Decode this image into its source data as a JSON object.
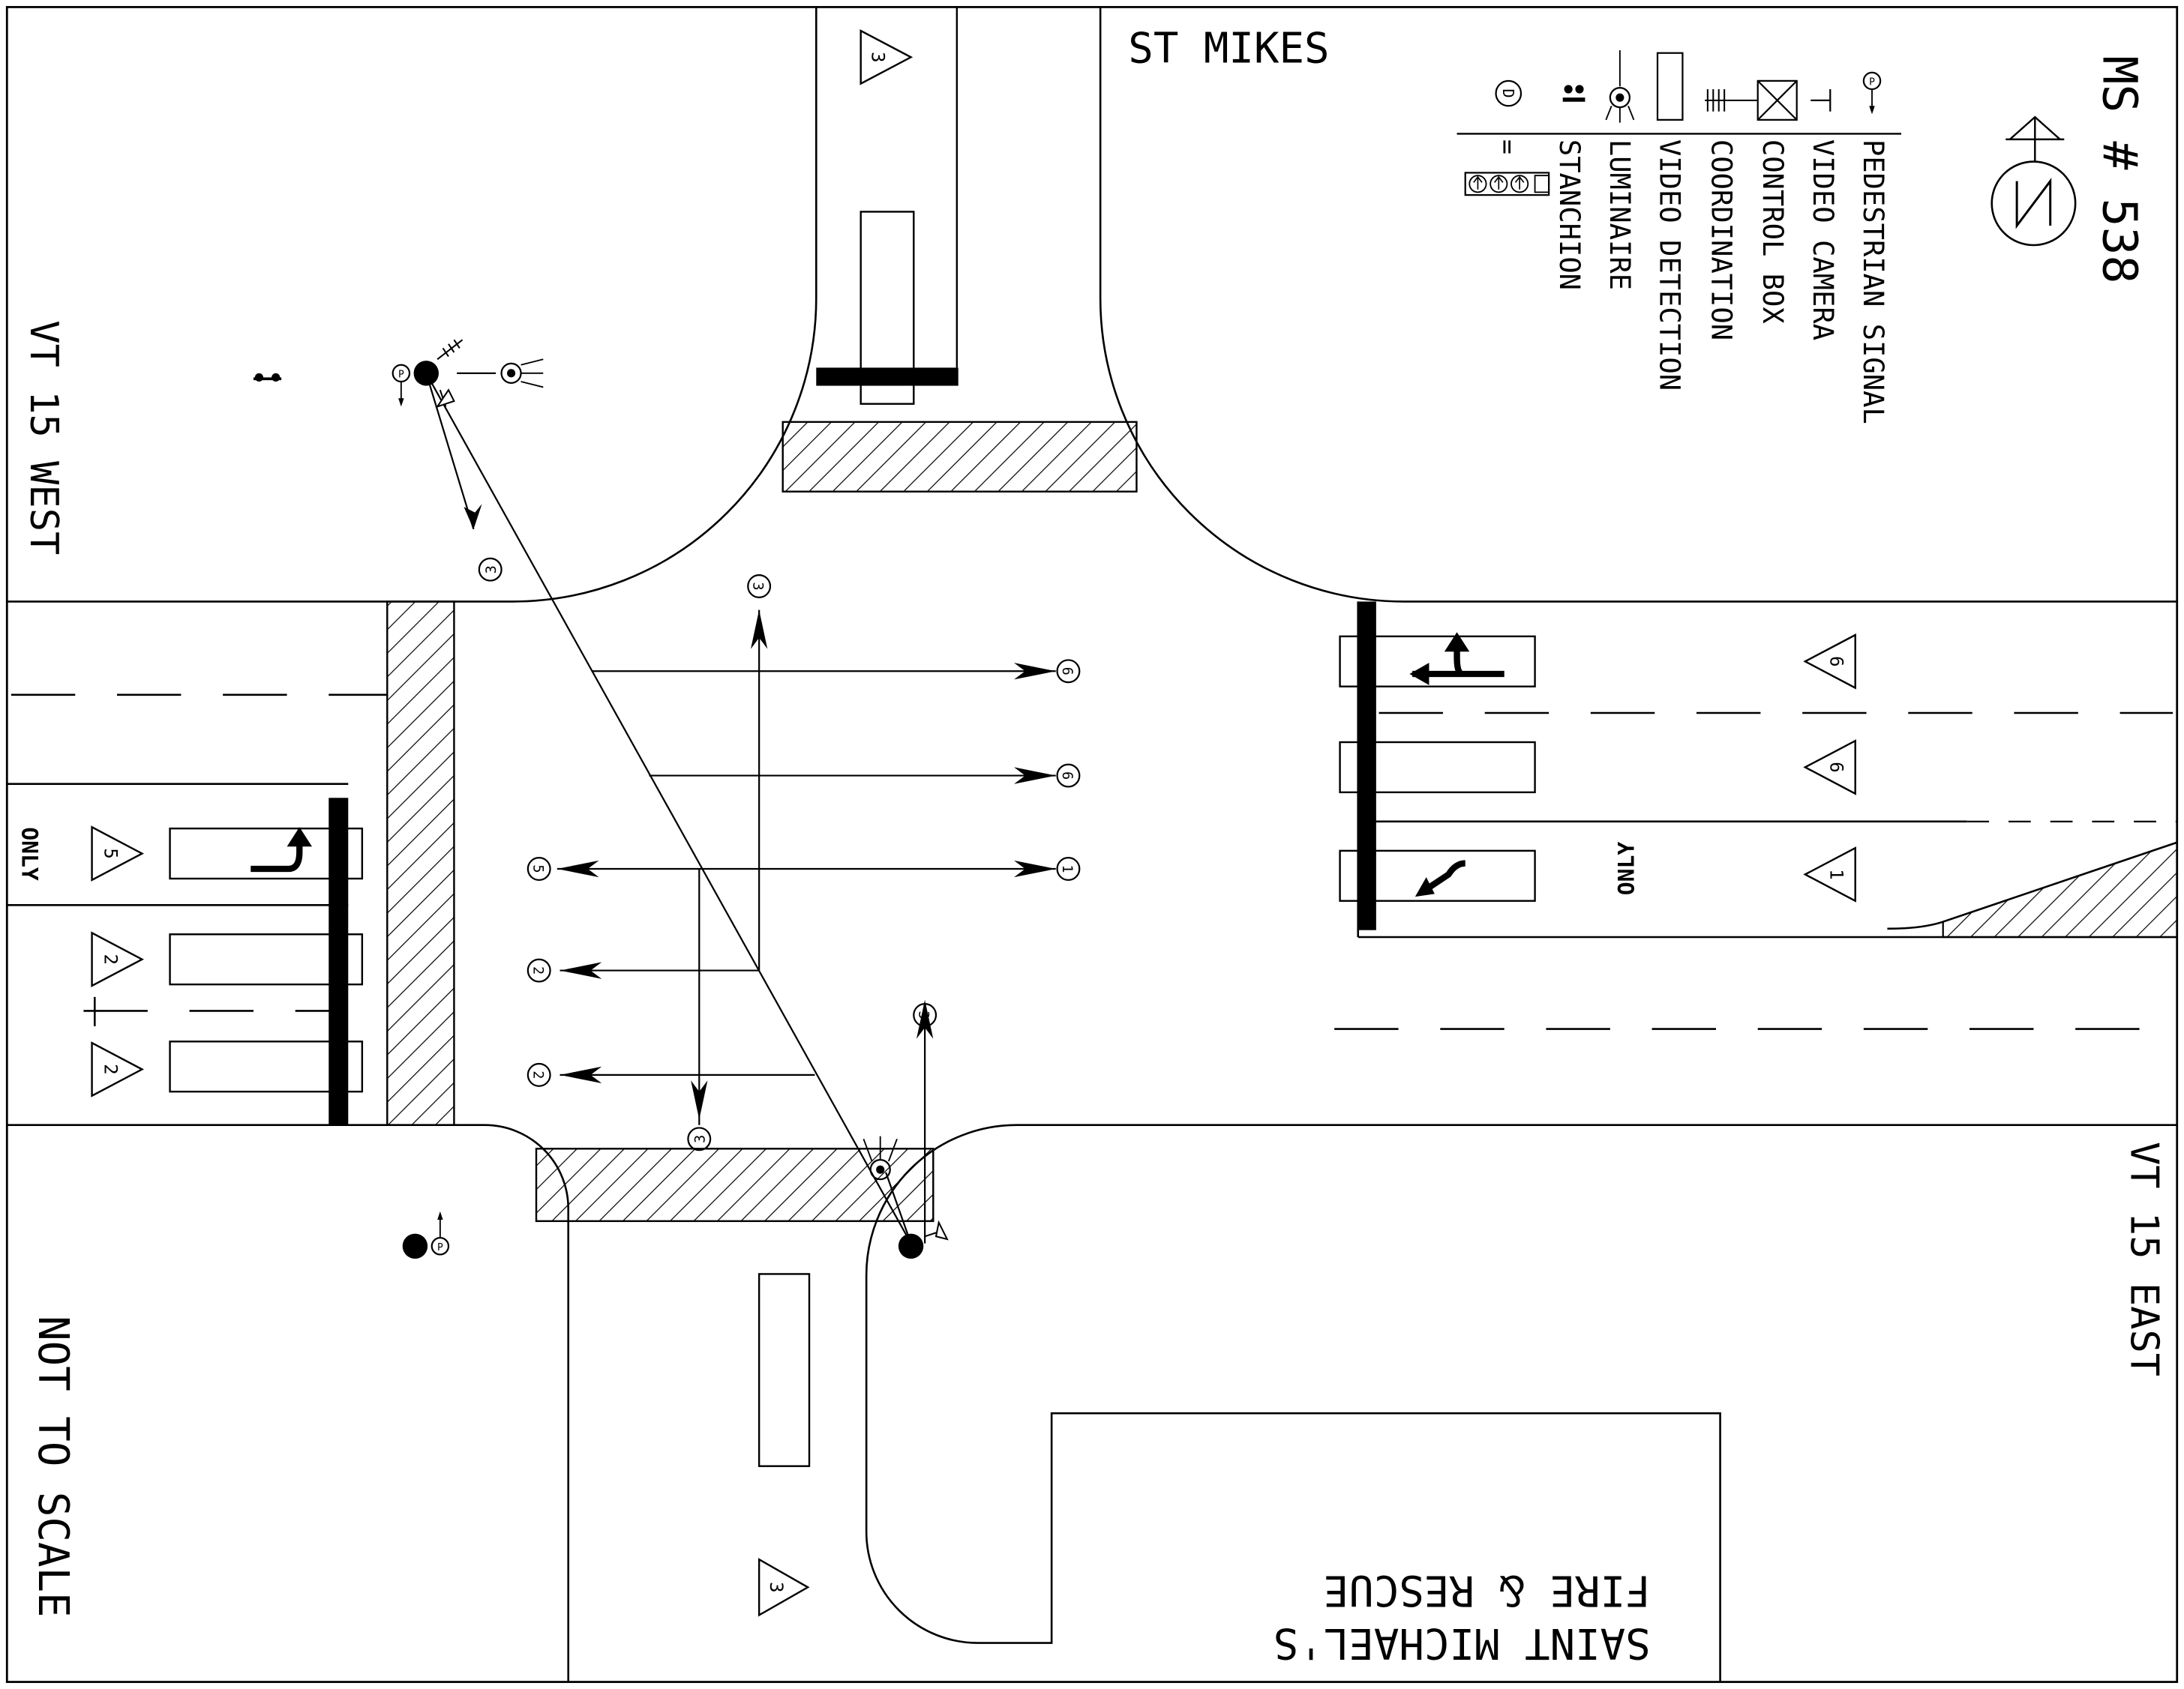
{
  "header": {
    "street_north": "ST MIKES",
    "ms_number": "MS # 538"
  },
  "legend": {
    "items": [
      {
        "icon": "pedestrian-signal-icon",
        "label": "PEDESTRIAN SIGNAL"
      },
      {
        "icon": "video-camera-icon",
        "label": "VIDEO CAMERA"
      },
      {
        "icon": "control-box-icon",
        "label": "CONTROL BOX"
      },
      {
        "icon": "coordination-icon",
        "label": "COORDINATION"
      },
      {
        "icon": "video-detection-icon",
        "label": "VIDEO DETECTION"
      },
      {
        "icon": "luminaire-icon",
        "label": "LUMINAIRE"
      },
      {
        "icon": "stanchion-icon",
        "label": "STANCHION"
      }
    ],
    "d_symbol": "D",
    "equals": "="
  },
  "streets": {
    "west": "VT 15 WEST",
    "east": "VT 15 EAST",
    "south_building": [
      "SAINT MICHAEL'S",
      "FIRE & RESCUE"
    ]
  },
  "note": "NOT TO SCALE",
  "markings": {
    "only": "ONLY",
    "ped_symbol": "P"
  },
  "phase_triangles": [
    "3",
    "6",
    "6",
    "1",
    "5",
    "2",
    "2",
    "3"
  ],
  "phase_circles": [
    "3",
    "3",
    "6",
    "6",
    "1",
    "5",
    "2",
    "2",
    "3",
    "3"
  ]
}
